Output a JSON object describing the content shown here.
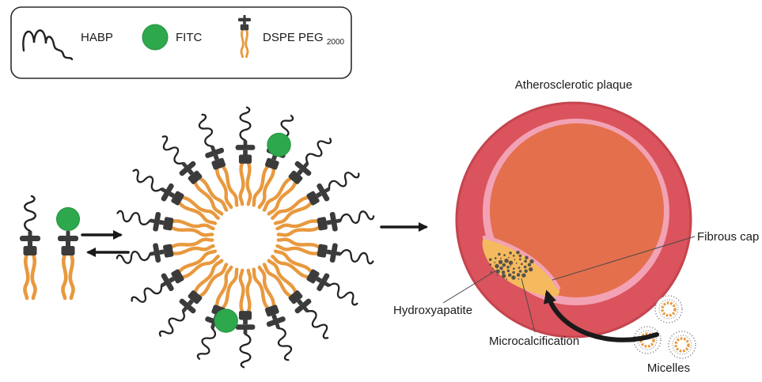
{
  "legend": {
    "habp": {
      "label": "HABP"
    },
    "fitc": {
      "label": "FITC"
    },
    "dspe": {
      "label": "DSPE PEG",
      "subscript": "2000"
    }
  },
  "diagram": {
    "plaque_title": "Atherosclerotic plaque",
    "fibrous_cap_label": "Fibrous cap",
    "hydroxyapatite_label": "Hydroxyapatite",
    "microcalcification_label": "Microcalcification",
    "micelles_label": "Micelles"
  },
  "colors": {
    "tail_orange": "#E8993E",
    "head_dark": "#3B3B3B",
    "fitc_green": "#2EA84D",
    "vessel_wall": "#DB535C",
    "vessel_ring_pink": "#F2A2B4",
    "lumen_orange": "#E46F4C",
    "plaque_yellow": "#F6BA5E",
    "calcification": "#57544B",
    "arrow_black": "#1A1A1A"
  }
}
